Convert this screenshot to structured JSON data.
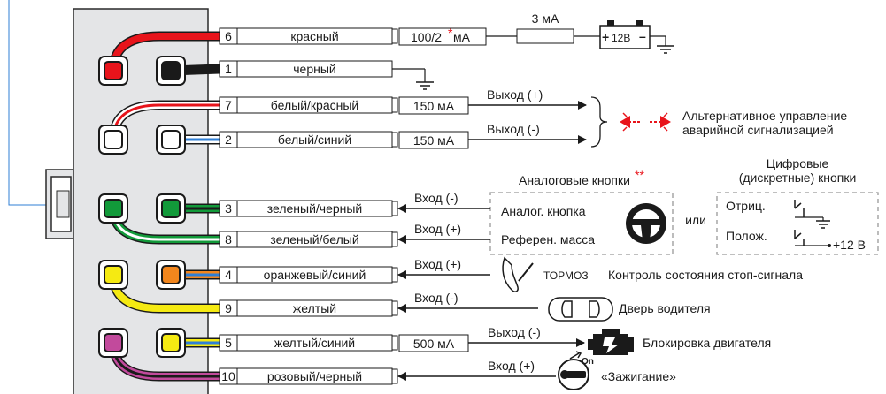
{
  "wires": [
    {
      "pin": "6",
      "label": "красный"
    },
    {
      "pin": "1",
      "label": "черный"
    },
    {
      "pin": "7",
      "label": "белый/красный"
    },
    {
      "pin": "2",
      "label": "белый/синий"
    },
    {
      "pin": "3",
      "label": "зеленый/черный"
    },
    {
      "pin": "8",
      "label": "зеленый/белый"
    },
    {
      "pin": "4",
      "label": "оранжевый/синий"
    },
    {
      "pin": "9",
      "label": "желтый"
    },
    {
      "pin": "5",
      "label": "желтый/синий"
    },
    {
      "pin": "10",
      "label": "розовый/черный"
    }
  ],
  "currents": {
    "red": "100/2",
    "red_star": "*",
    "red_unit": " мА",
    "white_red": "150 мА",
    "white_blue": "150 мА",
    "yellow_blue": "500 мА"
  },
  "fuse_label": "3 мА",
  "battery_label": "12В",
  "battery_plus": "+",
  "battery_minus": "–",
  "signals": {
    "white_red": "Выход (+)",
    "white_blue": "Выход (-)",
    "green_black": "Вход (-)",
    "green_white": "Вход (+)",
    "orange_blue": "Вход (+)",
    "yellow": "Вход (-)",
    "yellow_blue": "Выход (-)",
    "pink_black": "Вход (+)"
  },
  "hazard": {
    "line1": "Альтернативное управление",
    "line2": "аварийной сигнализацией"
  },
  "analog": {
    "title": "Аналоговые кнопки",
    "title_stars": "**",
    "button": "Аналог. кнопка",
    "ref": "Референ. масса"
  },
  "or_label": "или",
  "digital": {
    "title1": "Цифровые",
    "title2": "(дискретные) кнопки",
    "neg": "Отриц.",
    "pos": "Полож.",
    "pos_voltage": "+12 В"
  },
  "brake_word": "ТОРМОЗ",
  "brake_caption": "Контроль состояния стоп-сигнала",
  "door_caption": "Дверь водителя",
  "engine_caption": "Блокировка двигателя",
  "ignition_on": "On",
  "ignition_caption": "«Зажигание»",
  "colors": {
    "red": "#e8141b",
    "black": "#1a1a1a",
    "white": "#ffffff",
    "blue": "#2f7fd6",
    "green": "#129a3a",
    "orange": "#f2861d",
    "yellow": "#f5ea12",
    "pink": "#c24a9c",
    "panel": "#e4e5e7",
    "accent_star": "#e8141b",
    "hazard_arrow": "#e8141b",
    "dashed_border": "#999999",
    "left_line": "#2f7fd6"
  }
}
